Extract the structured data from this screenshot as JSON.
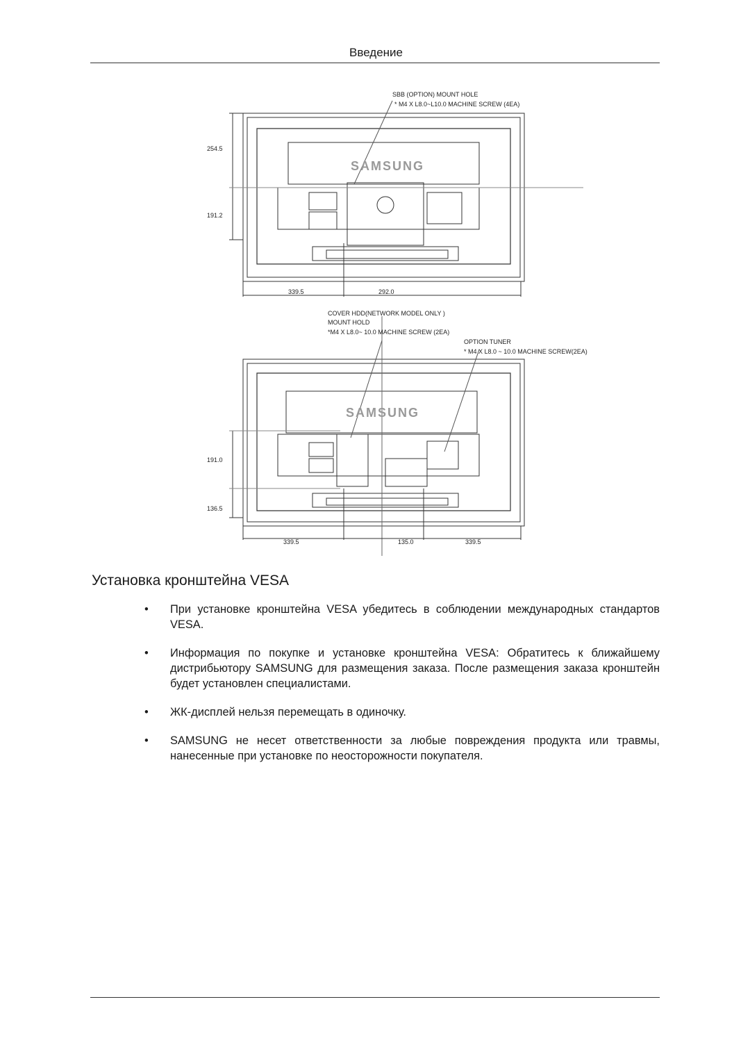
{
  "header": {
    "title": "Введение"
  },
  "diagram_top": {
    "callout_line1": "SBB (OPTION) MOUNT HOLE",
    "callout_line2": "* M4 X L8.0~L10.0 MACHINE SCREW (4EA)",
    "logo": "SAMSUNG",
    "dim_v1": "254.5",
    "dim_v2": "191.2",
    "dim_h1": "339.5",
    "dim_h2": "292.0"
  },
  "diagram_bottom": {
    "callout_a_line1": "COVER HDD(NETWORK MODEL ONLY )",
    "callout_a_line2": "MOUNT HOLD",
    "callout_a_line3": "*M4 X L8.0~ 10.0 MACHINE SCREW (2EA)",
    "callout_b_line1": "OPTION TUNER",
    "callout_b_line2": "* M4 X L8.0 ~ 10.0 MACHINE SCREW(2EA)",
    "logo": "SAMSUNG",
    "dim_v1": "191.0",
    "dim_v2": "136.5",
    "dim_h1": "339.5",
    "dim_h2": "135.0",
    "dim_h3": "339.5"
  },
  "section": {
    "title": "Установка кронштейна VESA"
  },
  "bullets": [
    {
      "marker": "•",
      "text": "При установке кронштейна VESA убедитесь в соблюдении международных стандартов VESA."
    },
    {
      "marker": "•",
      "text": "Информация по покупке и установке кронштейна VESA: Обратитесь к ближайшему дистрибьютору SAMSUNG для размещения заказа. После размещения заказа кронштейн будет установлен специалистами."
    },
    {
      "marker": "•",
      "text": "ЖК-дисплей нельзя перемещать в одиночку."
    },
    {
      "marker": "•",
      "text": "SAMSUNG не несет ответственности за любые повреждения продукта или травмы, нанесенные при установке по неосторожности покупателя."
    }
  ]
}
